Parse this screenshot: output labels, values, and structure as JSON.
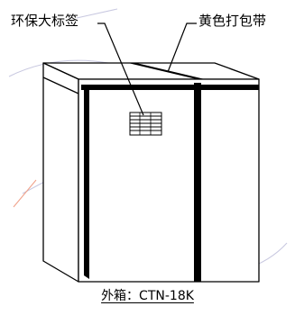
{
  "labels": {
    "eco_label": "环保大标签",
    "strap": "黄色打包带"
  },
  "caption": "外箱：CTN-18K",
  "colors": {
    "line": "#000000",
    "strap": "#000000",
    "watermark": "#b8b8d8",
    "watermark_accent": "#f0a088"
  }
}
